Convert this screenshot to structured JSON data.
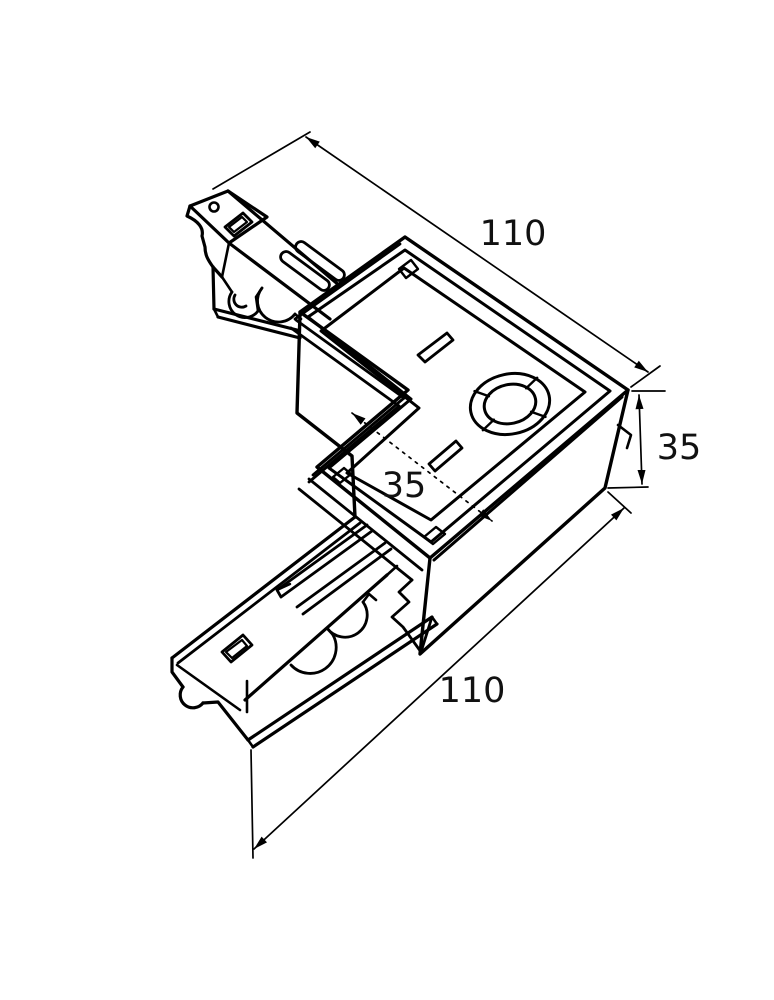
{
  "drawing": {
    "background_color": "#ffffff",
    "line_color": "#000000",
    "text_color": "#111111",
    "dimensions": {
      "top_length": "110",
      "side_height": "35",
      "track_width": "35",
      "bottom_length": "110"
    }
  }
}
